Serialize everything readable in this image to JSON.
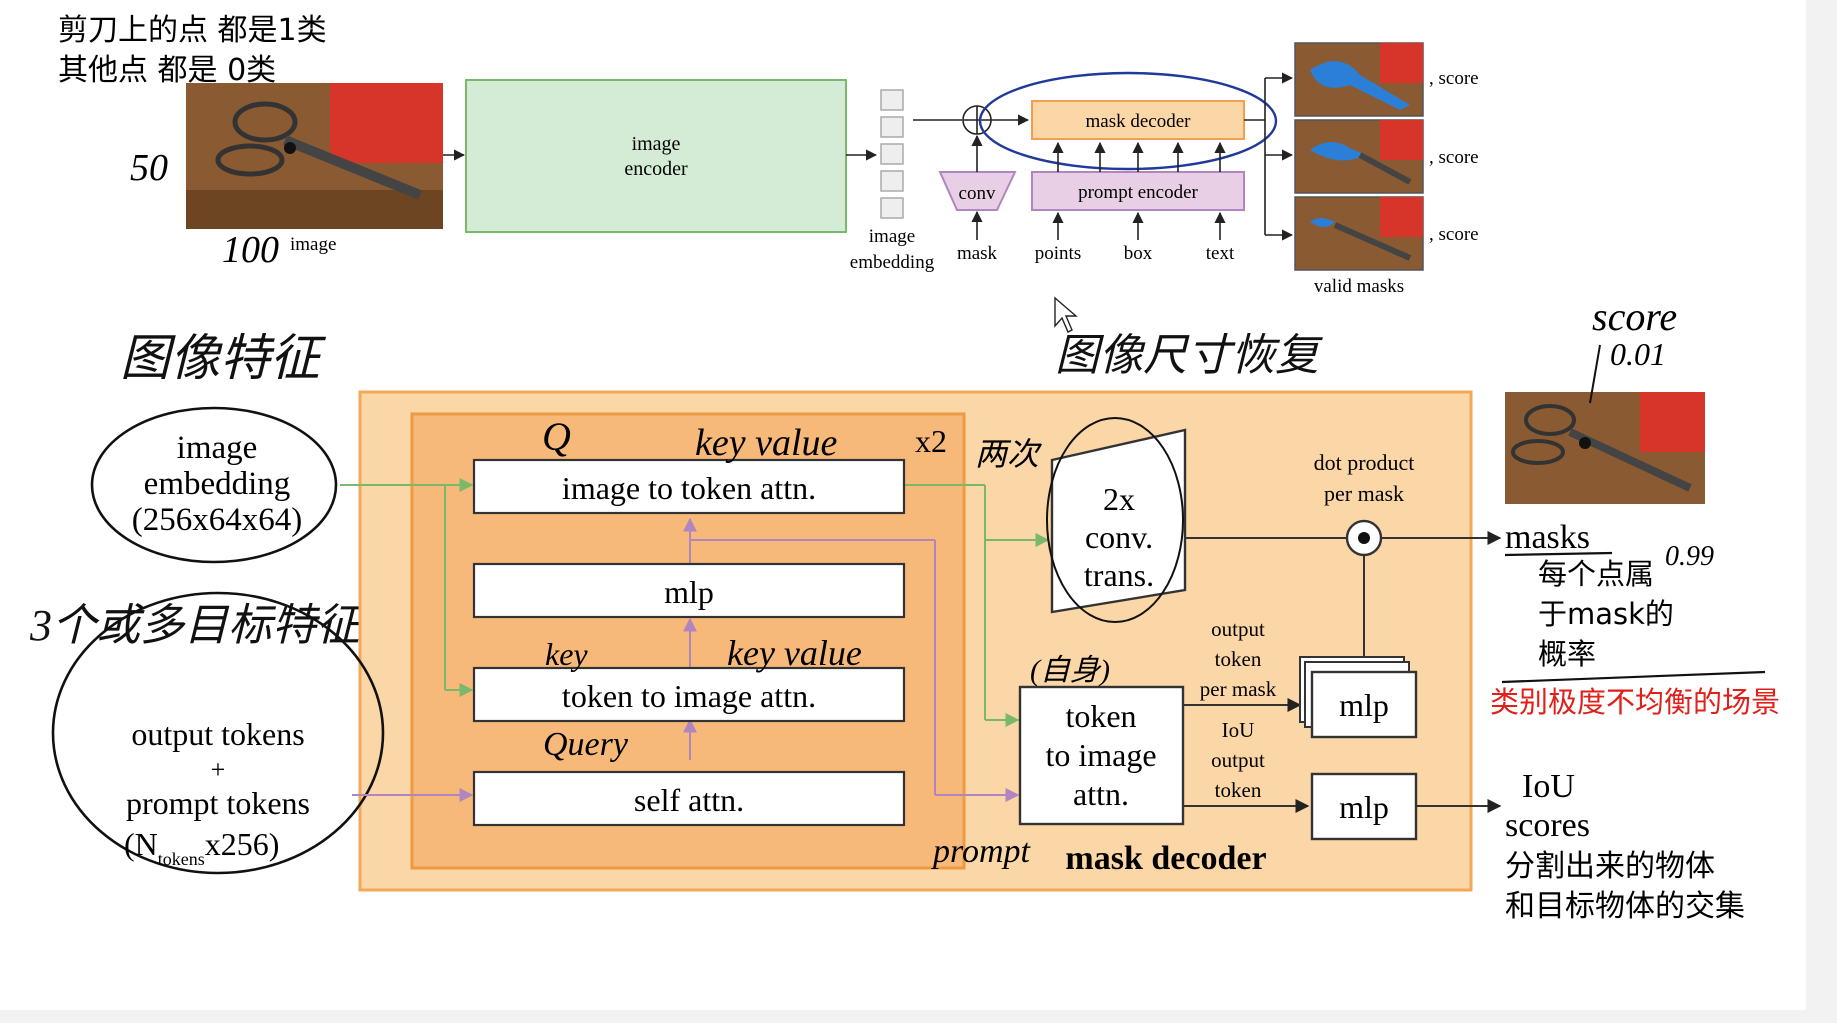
{
  "notes": {
    "top_line1": "剪刀上的点 都是1类",
    "top_line2": "其他点 都是  0类",
    "hand_50": "50",
    "hand_100": "100",
    "hand_image_feat": "图像特征",
    "hand_prompt_feat": "3个或多目标特征",
    "hand_q": "Q",
    "hand_kv1": "key value",
    "hand_x2_note": "两次",
    "hand_key": "key",
    "hand_kv2": "key value",
    "hand_query": "Query",
    "hand_prompt": "prompt",
    "hand_upsample": "图像尺寸恢复",
    "hand_self": "(自身)",
    "hand_score": "score",
    "hand_score_val": "0.01",
    "hand_score_val2": "0.99",
    "masks_desc_1": "每个点属",
    "masks_desc_2": "于mask的",
    "masks_desc_3": "概率",
    "imbalance": "类别极度不均衡的场景",
    "iou_desc_1": "分割出来的物体",
    "iou_desc_2": "和目标物体的交集"
  },
  "top_diagram": {
    "image_label": "image",
    "image_encoder_1": "image",
    "image_encoder_2": "encoder",
    "embedding_1": "image",
    "embedding_2": "embedding",
    "conv": "conv",
    "mask_decoder": "mask decoder",
    "prompt_encoder": "prompt encoder",
    "inputs": [
      "mask",
      "points",
      "box",
      "text"
    ],
    "score": ", score",
    "valid_masks": "valid masks"
  },
  "bottom_diagram": {
    "image_embedding": [
      "image",
      "embedding",
      "(256x64x64)"
    ],
    "output_tokens": "output tokens",
    "plus": "+",
    "prompt_tokens": "prompt tokens",
    "prompt_dims_pre": "(N",
    "prompt_dims_sub": "tokens",
    "prompt_dims_post": "x256)",
    "x2": "x2",
    "blocks": [
      "image to token attn.",
      "mlp",
      "token to image attn.",
      "self attn."
    ],
    "conv_trans": [
      "2x",
      "conv.",
      "trans."
    ],
    "dot_product": [
      "dot product",
      "per mask"
    ],
    "token_to_image": [
      "token",
      "to image",
      "attn."
    ],
    "output_token_label": [
      "output",
      "token",
      "per mask"
    ],
    "iou_token_label": [
      "IoU",
      "output",
      "token"
    ],
    "mlp": "mlp",
    "mask_decoder_title": "mask decoder",
    "masks_out": "masks",
    "iou_out": [
      "IoU",
      "scores"
    ]
  },
  "colors": {
    "outer_orange": "#fbd6a6",
    "inner_orange": "#f7b97a",
    "encoder_green": "#d4ecd6",
    "prompt_purple": "#e8cfe6",
    "mask_blue": "#2c7fd6",
    "annotation_red": "#e0201b",
    "green_line": "#7ab86a",
    "purple_line": "#b085c0"
  }
}
